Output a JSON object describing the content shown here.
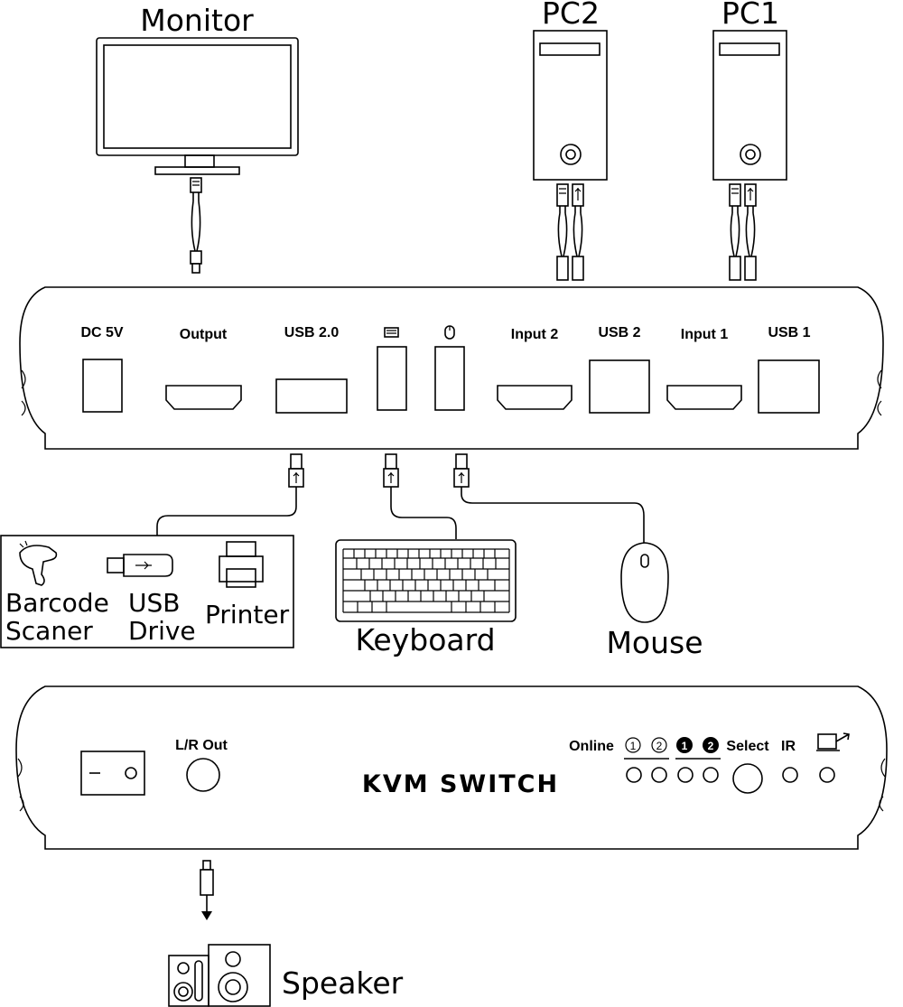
{
  "devices": {
    "monitor": "Monitor",
    "pc2": "PC2",
    "pc1": "PC1",
    "barcode_line1": "Barcode",
    "barcode_line2": "Scaner",
    "usb_drive_line1": "USB",
    "usb_drive_line2": "Drive",
    "printer": "Printer",
    "keyboard": "Keyboard",
    "mouse": "Mouse",
    "speaker": "Speaker"
  },
  "rear_panel": {
    "dc": "DC 5V",
    "output": "Output",
    "usb20": "USB 2.0",
    "input2": "Input 2",
    "usb2": "USB 2",
    "input1": "Input 1",
    "usb1": "USB 1"
  },
  "front_panel": {
    "lr_out": "L/R Out",
    "online": "Online",
    "num1": "1",
    "num2": "2",
    "select": "Select",
    "ir": "IR",
    "title": "KVM SWITCH"
  },
  "colors": {
    "ink": "#000000",
    "paper": "#ffffff"
  },
  "icons": [
    "keyboard-port-icon",
    "mouse-port-icon",
    "usb-plug-icon",
    "hdmi-plug-icon",
    "rca-plug-icon",
    "display-switch-icon"
  ]
}
